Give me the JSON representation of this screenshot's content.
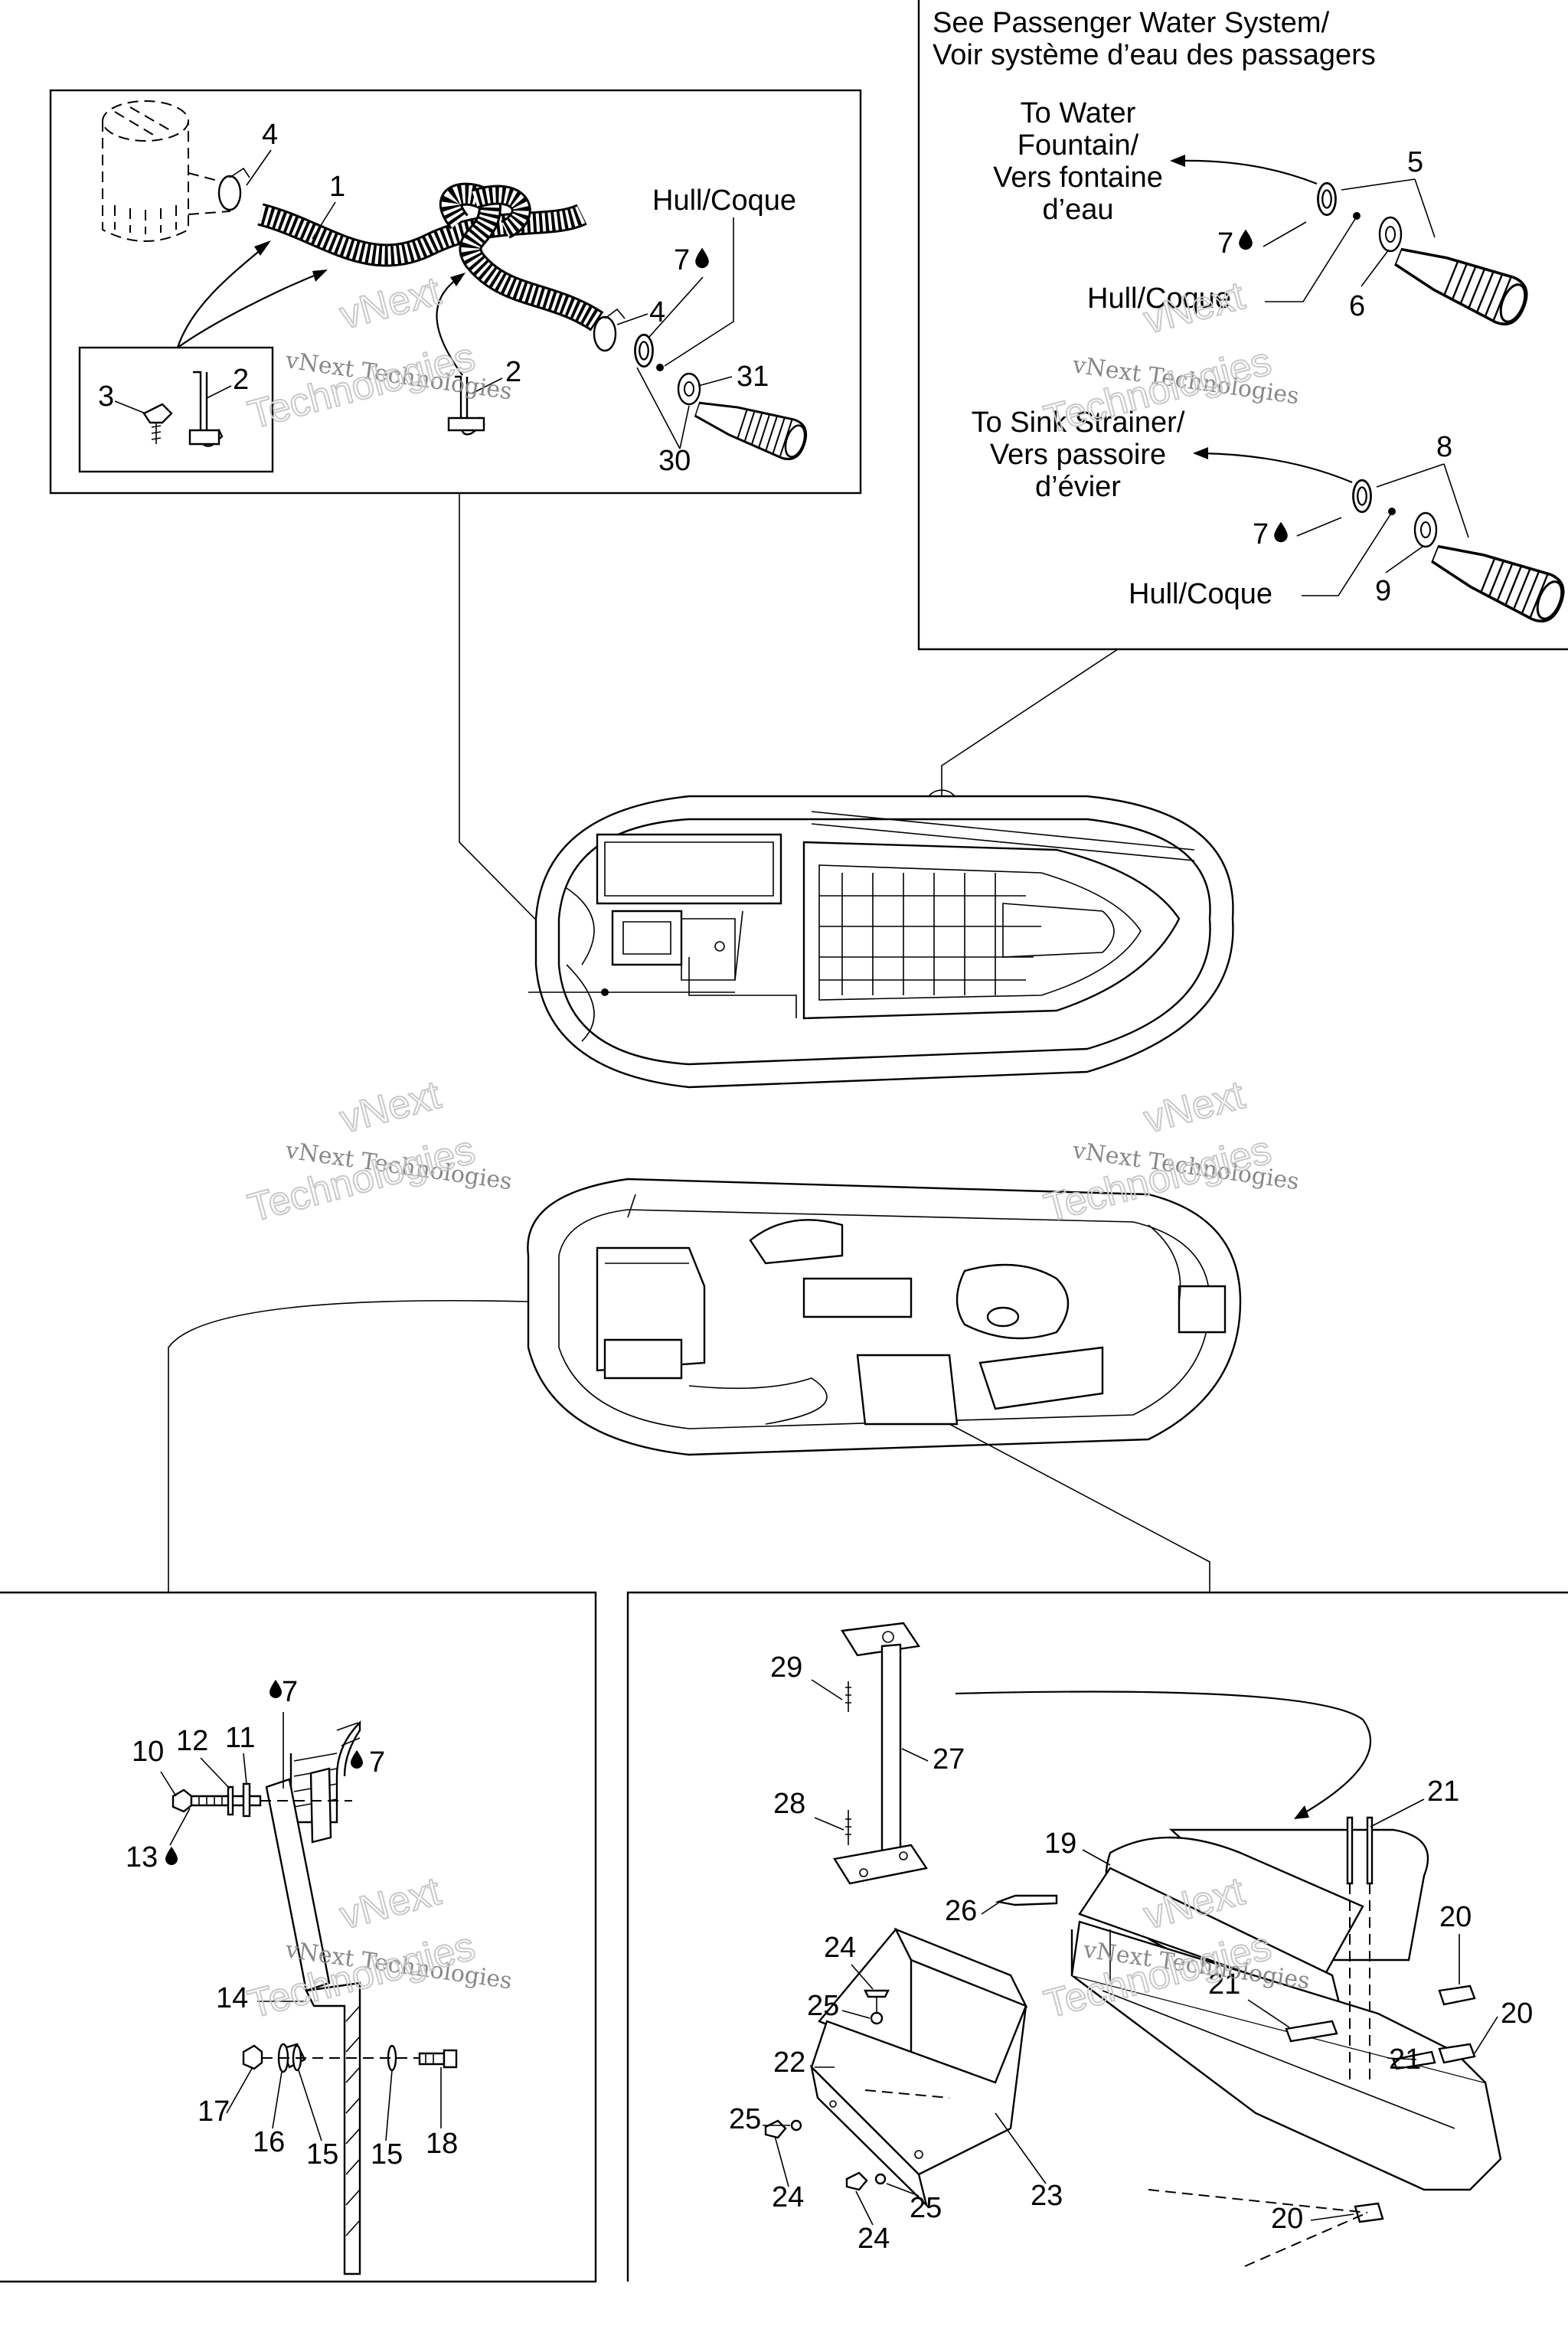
{
  "headers": {
    "passenger_water_en": "See Passenger Water System/",
    "passenger_water_fr": "Voir système d’eau des passagers"
  },
  "destinations": {
    "fountain": [
      "To Water",
      "Fountain/",
      "Vers fontaine",
      "d’eau"
    ],
    "sink": [
      "To Sink Strainer/",
      "Vers passoire",
      "d’évier"
    ]
  },
  "labels": {
    "hull": "Hull/Coque",
    "sealant_7": "7",
    "n1": "1",
    "n2": "2",
    "n3": "3",
    "n4": "4",
    "n5": "5",
    "n6": "6",
    "n8": "8",
    "n9": "9",
    "n10": "10",
    "n11": "11",
    "n12": "12",
    "n13": "13",
    "n14": "14",
    "n15": "15",
    "n16": "16",
    "n17": "17",
    "n18": "18",
    "n19": "19",
    "n20": "20",
    "n21": "21",
    "n22": "22",
    "n23": "23",
    "n24": "24",
    "n25": "25",
    "n26": "26",
    "n27": "27",
    "n28": "28",
    "n29": "29",
    "n30": "30",
    "n31": "31"
  },
  "watermark": {
    "line1": "vNext",
    "line2": "vNext Technologies",
    "line3": "Technologies"
  },
  "icons": [
    "drop-icon"
  ]
}
